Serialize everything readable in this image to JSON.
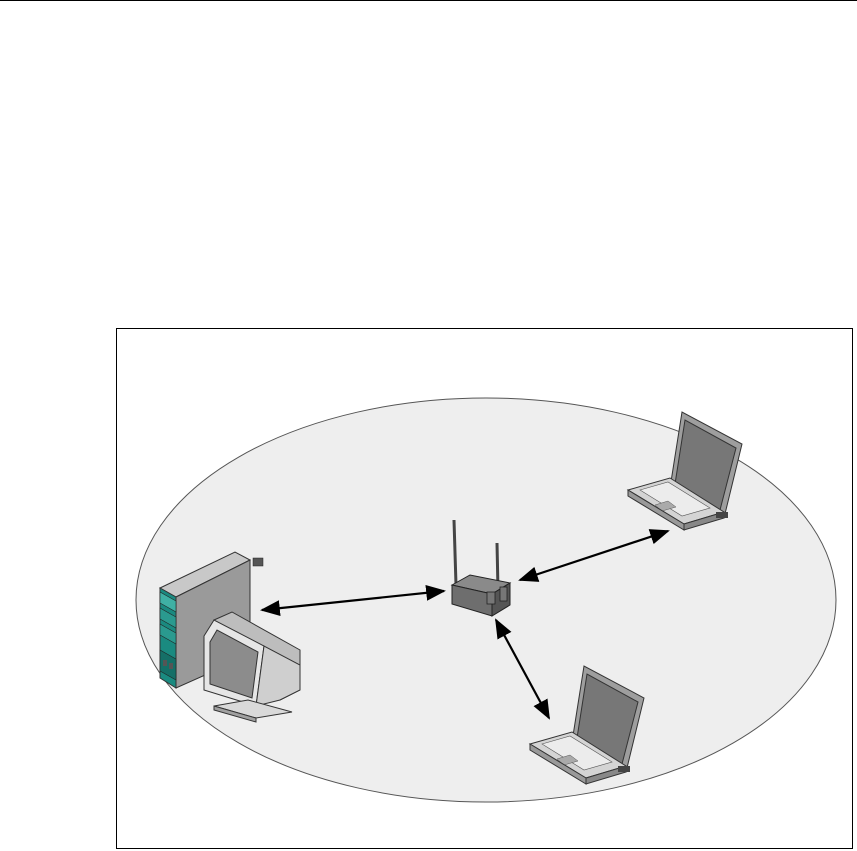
{
  "diagram": {
    "nodes": [
      {
        "id": "desktop-pc",
        "icon": "desktop-computer-icon"
      },
      {
        "id": "access-point",
        "icon": "wireless-access-point-icon"
      },
      {
        "id": "laptop-top",
        "icon": "laptop-icon"
      },
      {
        "id": "laptop-bottom",
        "icon": "laptop-icon"
      }
    ],
    "links": [
      {
        "from": "desktop-pc",
        "to": "access-point",
        "direction": "bidirectional"
      },
      {
        "from": "access-point",
        "to": "laptop-top",
        "direction": "bidirectional"
      },
      {
        "from": "access-point",
        "to": "laptop-bottom",
        "direction": "bidirectional"
      }
    ],
    "colors": {
      "coverage_fill": "#eeeeee",
      "tower_teal": "#1a8a80",
      "device_gray": "#a9a9a9",
      "line": "#000000"
    }
  }
}
